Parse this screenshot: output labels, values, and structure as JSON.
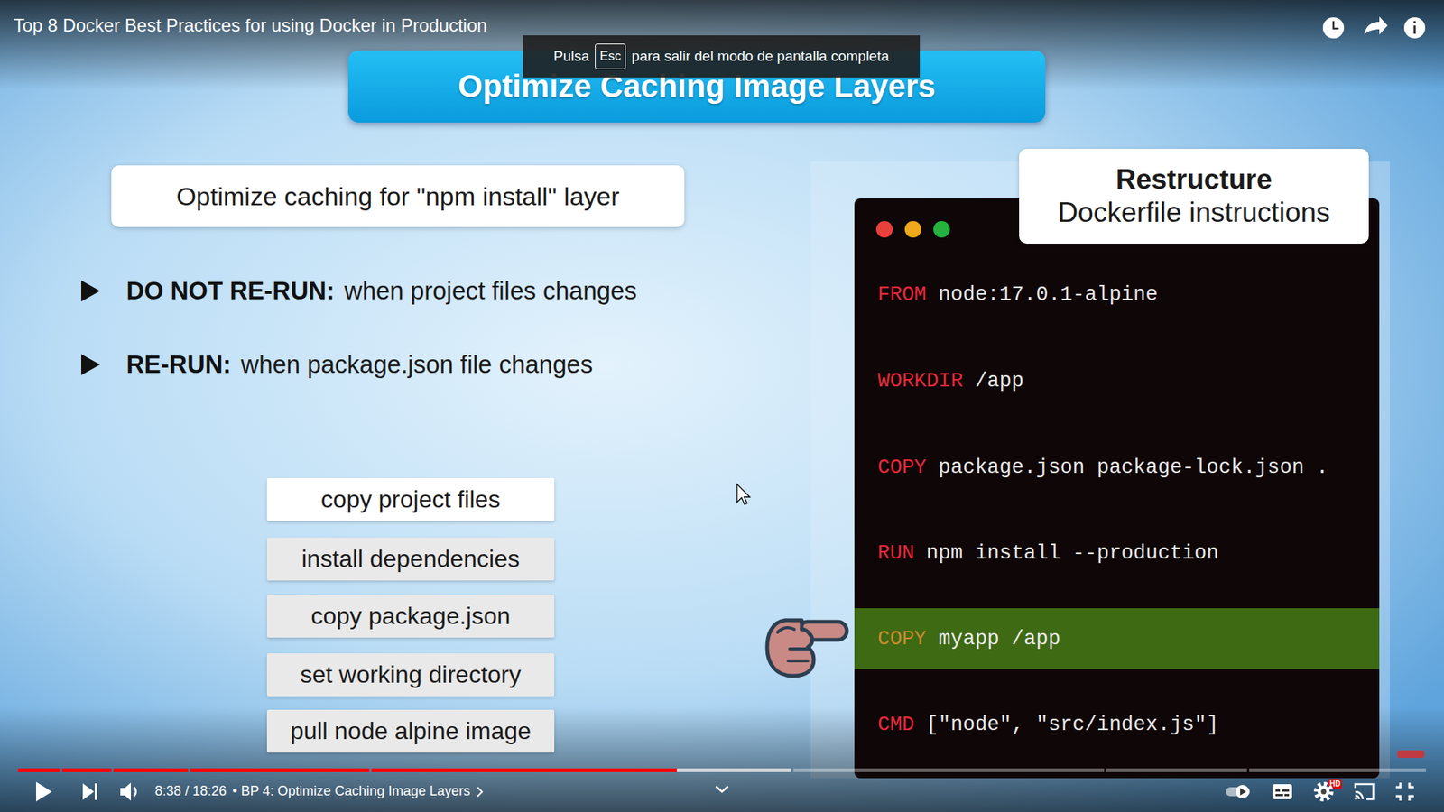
{
  "diagram": {
    "title": "Optimize Caching Image Layers",
    "nodes": [
      {
        "text": [
          "Optimize caching for \"npm install\" layer"
        ]
      },
      {
        "text": [
          "copy project files"
        ]
      },
      {
        "text": [
          "install dependencies"
        ]
      },
      {
        "text": [
          "copy package.json"
        ]
      },
      {
        "text": [
          "set working directory"
        ]
      },
      {
        "text": [
          "pull node alpine image"
        ]
      },
      {
        "text": [
          "Restructure",
          "Dockerfile instructions"
        ]
      },
      {
        "text": [
          "FROM",
          "node:17.0.1-alpine",
          "WORKDIR",
          "/app",
          "COPY",
          "package.json package-lock.json .",
          "RUN",
          "npm install --production",
          "CMD",
          "[\"node\", \"src/index.js\"]"
        ]
      },
      {
        "text": [
          "COPY",
          "myapp /app"
        ],
        "in": 7
      }
    ],
    "labels": [
      "Top 8 Docker Best Practices for using Docker in Production",
      "Pulsa",
      "Esc",
      "para salir del modo de pantalla completa",
      "DO NOT RE-RUN:",
      "when project files changes",
      "RE-RUN:",
      "when package.json file changes",
      "8:38 / 18:26",
      "• BP 4: Optimize Caching Image Layers",
      "HD"
    ]
  }
}
